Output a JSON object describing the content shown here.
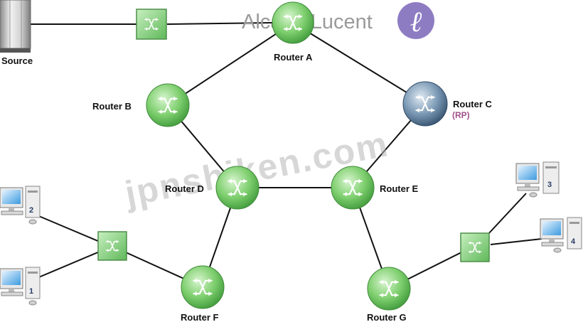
{
  "brand": {
    "name": "Alcatel·Lucent",
    "logo_glyph": "ℓ",
    "logo_color": "#8e7cc3"
  },
  "watermark": "jpnshiken.com",
  "source_label": "Source",
  "routers": {
    "a": {
      "label": "Router A"
    },
    "b": {
      "label": "Router B"
    },
    "c": {
      "label": "Router C",
      "note": "(RP)"
    },
    "d": {
      "label": "Router D"
    },
    "e": {
      "label": "Router E"
    },
    "f": {
      "label": "Router F"
    },
    "g": {
      "label": "Router G"
    }
  },
  "hosts": {
    "h1": {
      "number": "1"
    },
    "h2": {
      "number": "2"
    },
    "h3": {
      "number": "3"
    },
    "h4": {
      "number": "4"
    }
  },
  "colors": {
    "router_fill": "#7fcf6f",
    "rp_router_fill": "#5a7a98",
    "rp_note": "#a0508a",
    "switch_fill": "#8fd88a",
    "link": "#111111"
  }
}
